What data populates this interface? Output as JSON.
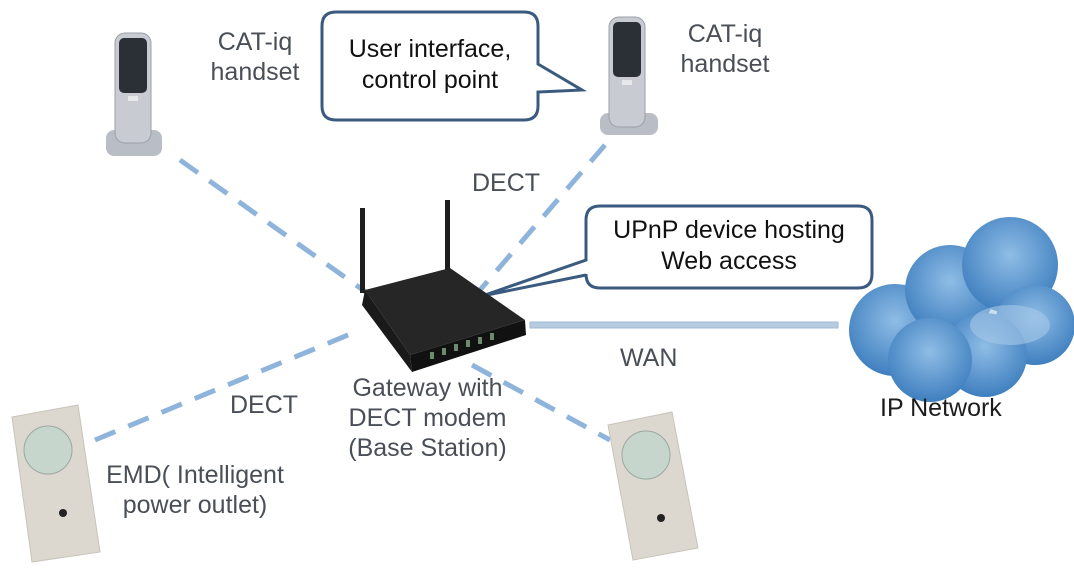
{
  "diagram": {
    "nodes": {
      "handset_left": {
        "label_line1": "CAT-iq",
        "label_line2": "handset"
      },
      "handset_right": {
        "label_line1": "CAT-iq",
        "label_line2": "handset"
      },
      "gateway": {
        "label_line1": "Gateway with",
        "label_line2": "DECT modem",
        "label_line3": "(Base Station)"
      },
      "ip_network": {
        "label": "IP Network"
      },
      "emd_left": {
        "label_line1": "EMD( Intelligent",
        "label_line2": "power outlet)"
      },
      "emd_right": {
        "label": ""
      }
    },
    "callouts": {
      "handset": {
        "line1": "User interface,",
        "line2": "control point"
      },
      "gateway": {
        "line1": "UPnP device hosting",
        "line2": "Web access"
      }
    },
    "links": [
      {
        "from": "handset_left",
        "to": "gateway",
        "style": "dashed",
        "label": ""
      },
      {
        "from": "handset_right",
        "to": "gateway",
        "style": "dashed",
        "label": "DECT"
      },
      {
        "from": "emd_left",
        "to": "gateway",
        "style": "dashed",
        "label": "DECT"
      },
      {
        "from": "emd_right",
        "to": "gateway",
        "style": "dashed",
        "label": ""
      },
      {
        "from": "gateway",
        "to": "ip_network",
        "style": "solid",
        "label": "WAN"
      }
    ],
    "colors": {
      "link": "#8fb4dc",
      "callout_border": "#3b5a80",
      "cloud": "#5b93c9",
      "label_text": "#4a4f57"
    }
  }
}
